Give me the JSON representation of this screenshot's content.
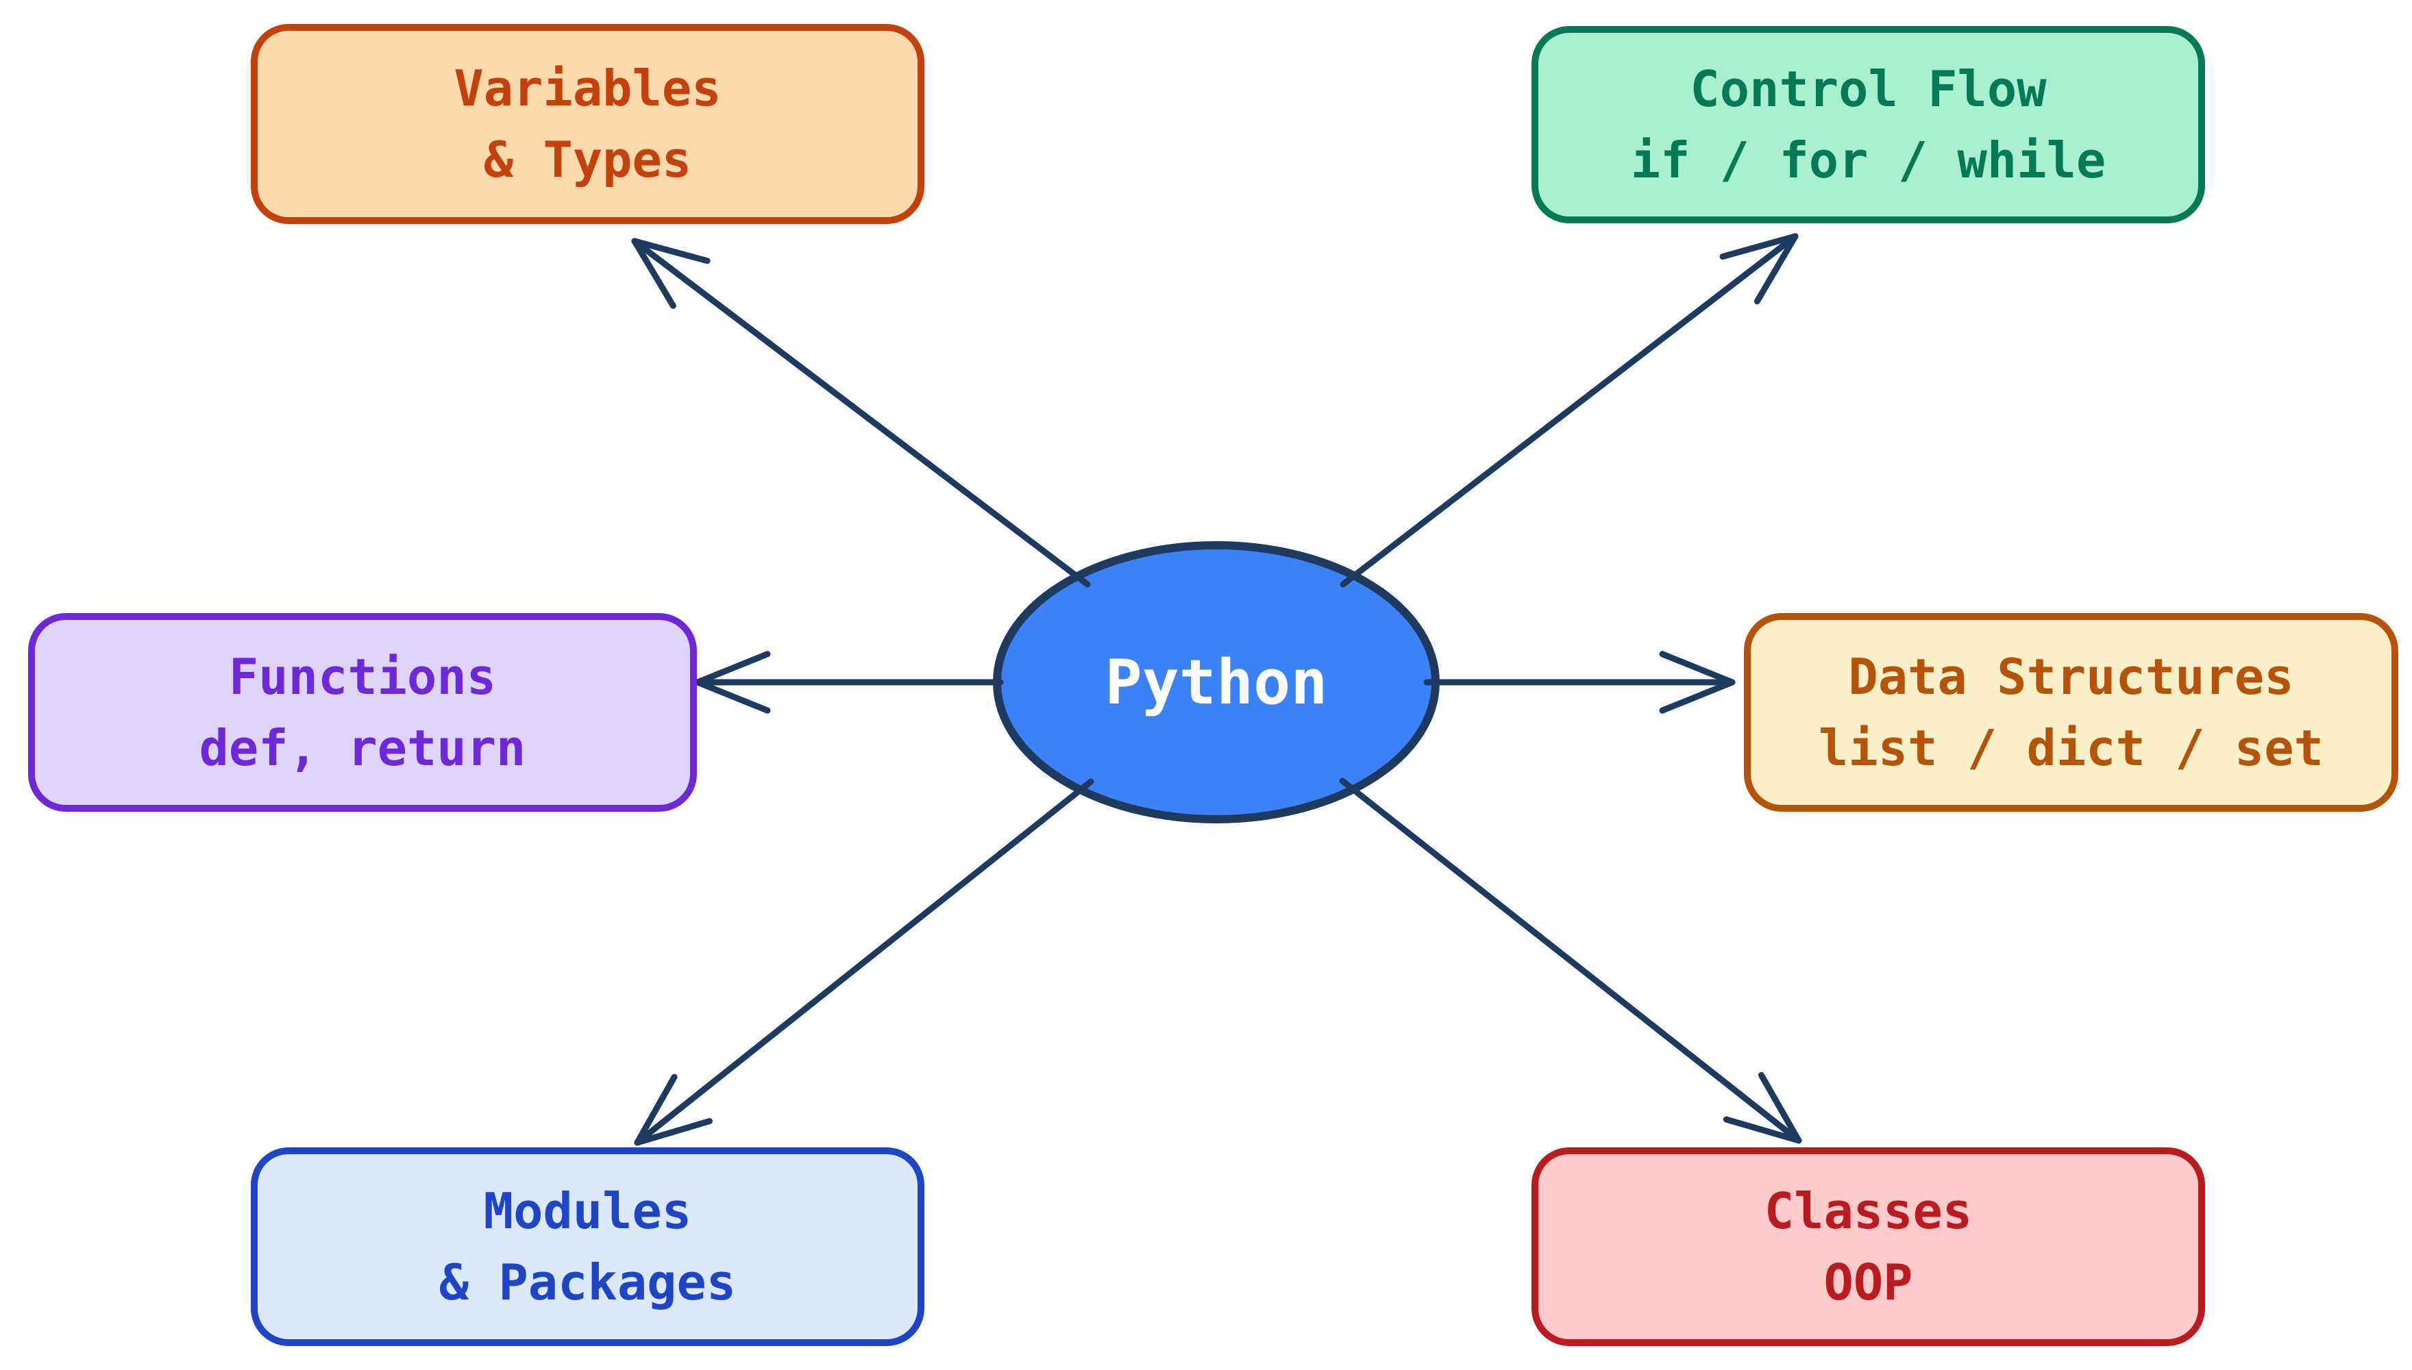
{
  "diagram": {
    "background": "#ffffff",
    "arrow_color": "#1f3a5f",
    "center": {
      "id": "python",
      "label": "Python",
      "fill": "#3b82f6",
      "stroke": "#1f3a5f",
      "text_color": "#ffffff"
    },
    "nodes": [
      {
        "id": "variables-types",
        "line1": "Variables",
        "line2": "& Types",
        "fill": "#fcd9ab",
        "stroke": "#c2410c",
        "text_color": "#c2410c"
      },
      {
        "id": "control-flow",
        "line1": "Control Flow",
        "line2": "if / for / while",
        "fill": "#a8f0cf",
        "stroke": "#067a56",
        "text_color": "#067a56"
      },
      {
        "id": "functions",
        "line1": "Functions",
        "line2": "def, return",
        "fill": "#ddd4f8",
        "stroke": "#6d28d9",
        "text_color": "#6d28d9"
      },
      {
        "id": "data-structures",
        "line1": "Data Structures",
        "line2": "list / dict / set",
        "fill": "#faf0c8",
        "stroke": "#b45309",
        "text_color": "#b45309"
      },
      {
        "id": "modules-packages",
        "line1": "Modules",
        "line2": "& Packages",
        "fill": "#dbe8fa",
        "stroke": "#1d45c5",
        "text_color": "#1d45c5"
      },
      {
        "id": "classes",
        "line1": "Classes",
        "line2": "OOP",
        "fill": "#fecaca",
        "stroke": "#bb1b1e",
        "text_color": "#bb1b1e"
      }
    ],
    "edges": [
      {
        "from": "python",
        "to": "variables-types"
      },
      {
        "from": "python",
        "to": "control-flow"
      },
      {
        "from": "python",
        "to": "functions"
      },
      {
        "from": "python",
        "to": "data-structures"
      },
      {
        "from": "python",
        "to": "modules-packages"
      },
      {
        "from": "python",
        "to": "classes"
      }
    ]
  }
}
